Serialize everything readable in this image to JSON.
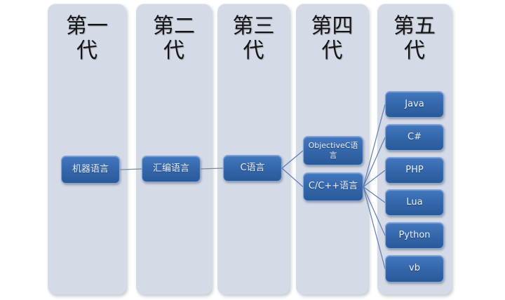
{
  "diagram": {
    "columns": [
      {
        "title": "第一代",
        "nodes": [
          {
            "id": "machine-language",
            "label": "机器语言"
          }
        ]
      },
      {
        "title": "第二代",
        "nodes": [
          {
            "id": "assembly-language",
            "label": "汇编语言"
          }
        ]
      },
      {
        "title": "第三代",
        "nodes": [
          {
            "id": "c-language",
            "label": "C语言"
          }
        ]
      },
      {
        "title": "第四代",
        "nodes": [
          {
            "id": "objectivec",
            "label": "ObjectiveC语言"
          },
          {
            "id": "c-cpp",
            "label": "C/C++语言"
          }
        ]
      },
      {
        "title": "第五代",
        "nodes": [
          {
            "id": "java",
            "label": "Java"
          },
          {
            "id": "csharp",
            "label": "C#"
          },
          {
            "id": "php",
            "label": "PHP"
          },
          {
            "id": "lua",
            "label": "Lua"
          },
          {
            "id": "python",
            "label": "Python"
          },
          {
            "id": "vb",
            "label": "vb"
          }
        ]
      }
    ],
    "connections": [
      {
        "from": "machine-language",
        "to": "assembly-language",
        "tone": "gray"
      },
      {
        "from": "assembly-language",
        "to": "c-language",
        "tone": "gray"
      },
      {
        "from": "c-language",
        "to": "objectivec",
        "tone": "blue"
      },
      {
        "from": "c-language",
        "to": "c-cpp",
        "tone": "blue"
      },
      {
        "from": "c-cpp",
        "to": "java",
        "tone": "blue"
      },
      {
        "from": "c-cpp",
        "to": "csharp",
        "tone": "blue"
      },
      {
        "from": "c-cpp",
        "to": "php",
        "tone": "blue"
      },
      {
        "from": "c-cpp",
        "to": "lua",
        "tone": "blue"
      },
      {
        "from": "c-cpp",
        "to": "python",
        "tone": "blue"
      },
      {
        "from": "c-cpp",
        "to": "vb",
        "tone": "blue"
      }
    ],
    "colors": {
      "page_bg": "#ffffff",
      "column_bg": "#d5dae7",
      "node_gradient_top": "#4478bf",
      "node_gradient_bottom": "#295a9b",
      "node_border": "#85a7d7",
      "node_text": "#eaf1fb",
      "title_text": "#151515",
      "connector_gray": "#7c8799",
      "connector_blue": "#5f7db3"
    }
  }
}
